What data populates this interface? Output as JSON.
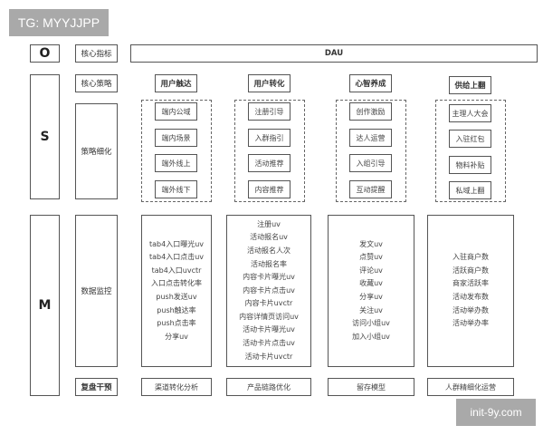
{
  "watermarks": {
    "top_left": "TG: MYYJJPP",
    "bottom_right": "init-9y.com"
  },
  "layers": {
    "o": {
      "letter": "O",
      "label": "核心指标",
      "metric": "DAU"
    },
    "s": {
      "letter": "S",
      "core_label": "核心策略",
      "detail_label": "策略细化"
    },
    "m": {
      "letter": "M",
      "monitor_label": "数据监控",
      "review_label": "复盘干预"
    }
  },
  "columns": [
    {
      "strategy": "用户触达",
      "tactics": [
        "端内公域",
        "端内场景",
        "端外线上",
        "端外线下"
      ],
      "metrics": [
        "tab4入口曝光uv",
        "tab4入口点击uv",
        "tab4入口uvctr",
        "入口点击转化率",
        "push发送uv",
        "push触达率",
        "push点击率",
        "分享uv"
      ],
      "review": "渠道转化分析"
    },
    {
      "strategy": "用户转化",
      "tactics": [
        "注册引导",
        "入群指引",
        "活动推荐",
        "内容推荐"
      ],
      "metrics": [
        "注册uv",
        "活动报名uv",
        "活动报名人次",
        "活动报名率",
        "内容卡片曝光uv",
        "内容卡片点击uv",
        "内容卡片uvctr",
        "内容详情页访问uv",
        "活动卡片曝光uv",
        "活动卡片点击uv",
        "活动卡片uvctr"
      ],
      "review": "产品链路优化"
    },
    {
      "strategy": "心智养成",
      "tactics": [
        "创作激励",
        "达人运营",
        "入组引导",
        "互动提醒"
      ],
      "metrics": [
        "发文uv",
        "点赞uv",
        "评论uv",
        "收藏uv",
        "分享uv",
        "关注uv",
        "访问小组uv",
        "加入小组uv"
      ],
      "review": "留存模型"
    },
    {
      "strategy": "供给上翻",
      "tactics": [
        "主理人大会",
        "入驻红包",
        "物料补贴",
        "私域上翻"
      ],
      "metrics": [
        "入驻商户数",
        "活跃商户数",
        "商家活跃率",
        "活动发布数",
        "活动举办数",
        "活动举办率"
      ],
      "review": "人群精细化运营"
    }
  ]
}
